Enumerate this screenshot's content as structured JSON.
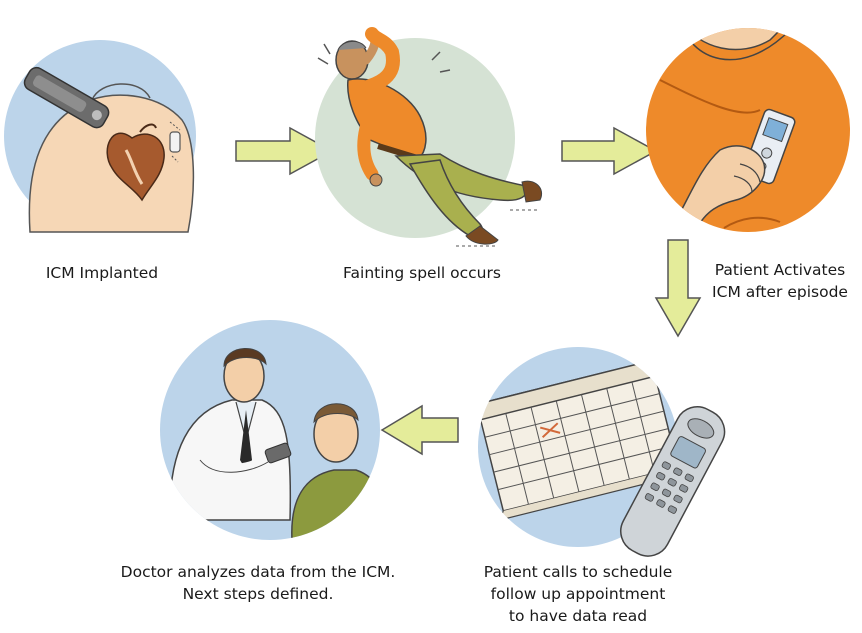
{
  "steps": [
    {
      "caption_lines": [
        "ICM Implanted"
      ],
      "illustration": "chest-with-heart-and-implant-icon"
    },
    {
      "caption_lines": [
        "Fainting spell occurs"
      ],
      "illustration": "fainting-man-icon"
    },
    {
      "caption_lines": [
        "Patient Activates",
        "ICM after episode"
      ],
      "illustration": "hand-with-activator-icon"
    },
    {
      "caption_lines": [
        "Patient calls to schedule",
        "follow up appointment",
        "to have data read"
      ],
      "illustration": "calendar-and-phone-icon"
    },
    {
      "caption_lines": [
        "Doctor analyzes data from the ICM.",
        "Next steps defined."
      ],
      "illustration": "doctor-and-patient-icon"
    }
  ],
  "colors": {
    "circle": "#bcd4ea",
    "circle_fainting": "#d5e2d4",
    "arrow": "#e4ec9a",
    "arrow_outline": "#555555",
    "shirt": "#ee8a2a",
    "skin": "#f6d7b6"
  }
}
